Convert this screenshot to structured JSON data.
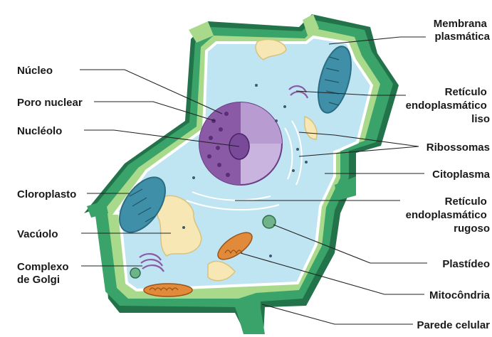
{
  "labels_left": [
    {
      "id": "nucleo",
      "lines": [
        "Núcleo"
      ]
    },
    {
      "id": "poro-nuclear",
      "lines": [
        "Poro nuclear"
      ]
    },
    {
      "id": "nucleolo",
      "lines": [
        "Nucléolo"
      ]
    },
    {
      "id": "cloroplasto",
      "lines": [
        "Cloroplasto"
      ]
    },
    {
      "id": "vacuolo",
      "lines": [
        "Vacúolo"
      ]
    },
    {
      "id": "complexo-golgi",
      "lines": [
        "Complexo",
        "de Golgi"
      ]
    }
  ],
  "labels_right": [
    {
      "id": "membrana-plasmatica",
      "lines": [
        "Membrana",
        "plasmática"
      ]
    },
    {
      "id": "reticulo-liso",
      "lines": [
        "Retículo",
        "endoplasmático",
        "liso"
      ]
    },
    {
      "id": "ribossomas",
      "lines": [
        "Ribossomas"
      ]
    },
    {
      "id": "citoplasma",
      "lines": [
        "Citoplasma"
      ]
    },
    {
      "id": "reticulo-rugoso",
      "lines": [
        "Retículo",
        "endoplasmático",
        "rugoso"
      ]
    },
    {
      "id": "plastideo",
      "lines": [
        "Plastídeo"
      ]
    },
    {
      "id": "mitocondria",
      "lines": [
        "Mitocôndria"
      ]
    },
    {
      "id": "parede-celular",
      "lines": [
        "Parede celular"
      ]
    }
  ],
  "colors": {
    "cell_wall_front": "#3aa36a",
    "cell_wall_top": "#a9d98b",
    "cell_wall_dark": "#23734a",
    "cytoplasm": "#bfe4f2",
    "nucleus": "#8a5aa6",
    "chloroplast": "#3f8fa8",
    "vacuole": "#f7e7b4",
    "mitochondria": "#e08a3a"
  }
}
